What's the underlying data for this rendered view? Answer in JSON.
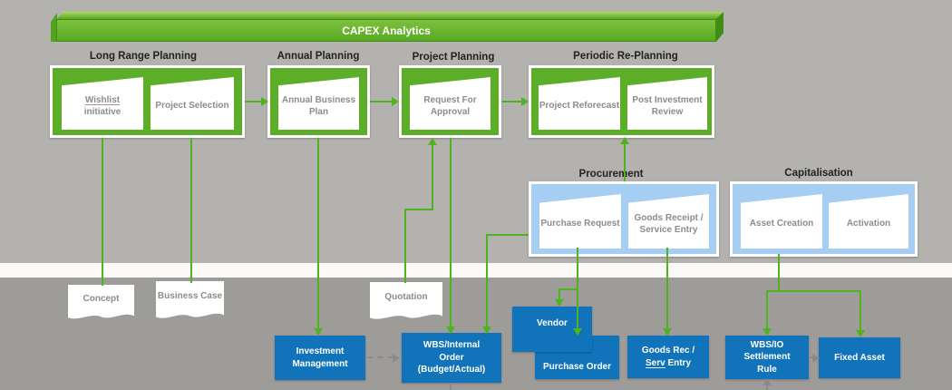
{
  "banner": {
    "title": "CAPEX Analytics"
  },
  "sections": {
    "long_range_planning": {
      "title": "Long Range Planning"
    },
    "annual_planning": {
      "title": "Annual Planning"
    },
    "project_planning": {
      "title": "Project Planning"
    },
    "periodic_replanning": {
      "title": "Periodic Re-Planning"
    },
    "procurement": {
      "title": "Procurement"
    },
    "capitalisation": {
      "title": "Capitalisation"
    }
  },
  "pennants": {
    "wishlist": {
      "word": "Wishlist",
      "rest": "initiative"
    },
    "project_selection": "Project Selection",
    "annual_business_plan": "Annual Business Plan",
    "request_for_approval": "Request For Approval",
    "project_reforecast": "Project Reforecast",
    "post_investment_review": "Post Investment Review",
    "purchase_request": "Purchase Request",
    "goods_receipt_service_entry": "Goods Receipt / Service Entry",
    "asset_creation": "Asset Creation",
    "activation": "Activation"
  },
  "documents": {
    "concept": "Concept",
    "business_case": "Business Case",
    "quotation": "Quotation"
  },
  "sap_objects": {
    "investment_management": "Investment Management",
    "wbs_internal_order": {
      "line1": "WBS/Internal",
      "line2": "Order",
      "line3": "(Budget/Actual)"
    },
    "vendor": "Vendor",
    "purchase_order": "Purchase Order",
    "goods_rec": {
      "line1": "Goods Rec /",
      "word": "Serv",
      "rest": "Entry"
    },
    "wbs_io_settlement": {
      "line1": "WBS/IO",
      "line2": "Settlement",
      "line3": "Rule"
    },
    "fixed_asset": "Fixed Asset"
  },
  "colors": {
    "banner_green": "#68b230",
    "group_green": "#5cae28",
    "connector_green": "#4db31e",
    "sap_blue": "#1173b9",
    "light_blue": "#a6cdf2",
    "bg_top": "#b4b2af",
    "bg_bottom": "#9e9c99",
    "divider_band": "#fbfaf7",
    "label_gray": "#8c8c8c"
  }
}
